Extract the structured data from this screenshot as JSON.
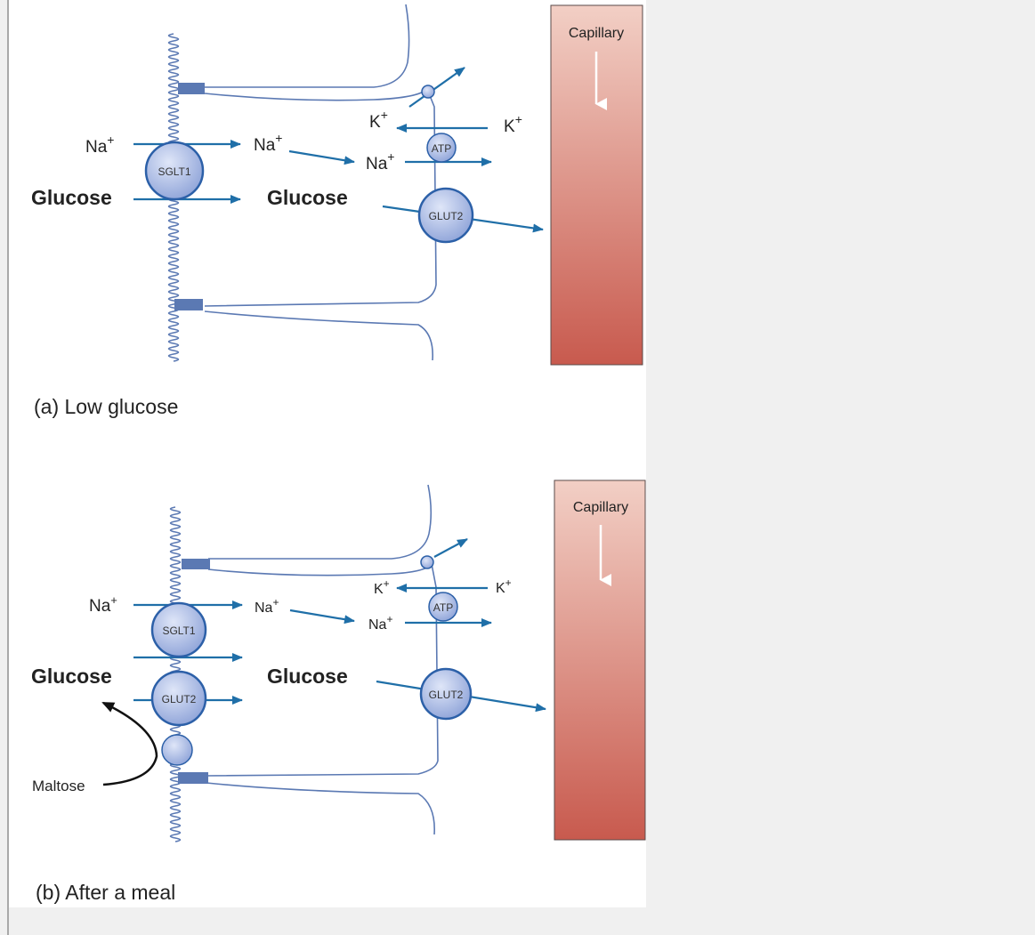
{
  "panel_a": {
    "capillary_label": "Capillary",
    "na_lumen": "Na",
    "na_cell": "Na",
    "na_pump": "Na",
    "k_in": "K",
    "k_out": "K",
    "plus": "+",
    "glucose_lumen": "Glucose",
    "glucose_cell": "Glucose",
    "sglt1": "SGLT1",
    "atp": "ATP",
    "glut2_basal": "GLUT2",
    "caption": "(a) Low glucose"
  },
  "panel_b": {
    "capillary_label": "Capillary",
    "na_lumen": "Na",
    "na_cell": "Na",
    "na_pump": "Na",
    "k_in": "K",
    "k_out": "K",
    "plus": "+",
    "glucose_lumen": "Glucose",
    "glucose_cell": "Glucose",
    "sglt1": "SGLT1",
    "glut2_apical": "GLUT2",
    "atp": "ATP",
    "glut2_basal": "GLUT2",
    "maltose": "Maltose",
    "caption": "(b) After a meal"
  },
  "colors": {
    "arrow": "#1f6fa8",
    "membrane": "#5b79b3",
    "capillary_top": "#f2cfc5",
    "capillary_bottom": "#c85a4e",
    "transporter_fill": "#a9b9e4"
  }
}
